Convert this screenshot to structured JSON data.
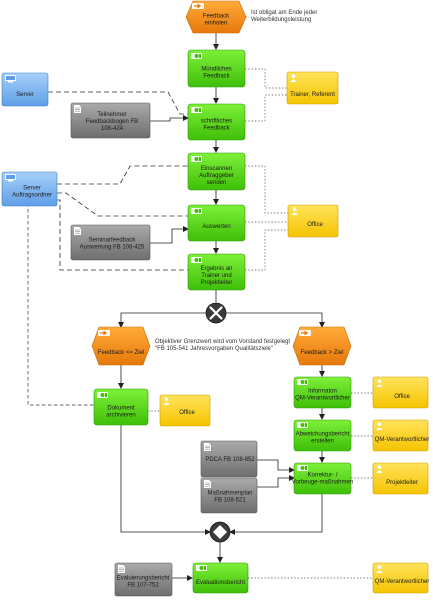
{
  "events": {
    "start": {
      "label": "Feedback einholen",
      "note": "Ist obligat am Ende jeder Weiterbildungsleistung"
    },
    "left": {
      "label": "Feedback <= Ziel"
    },
    "right": {
      "label": "Feedback > Ziel"
    },
    "threshold_note": "Objektiver Grenzwert wird vom Vorstand festgelegt \"FB 105-541 Jahresvorgaben Qualitätsziele\""
  },
  "functions": {
    "f1": "Mündliches Feedback",
    "f2": "schriftliches Feedback",
    "f3": "Einscannen Auftraggeber senden",
    "f4": "Auswerten",
    "f5": "Ergebnis an Trainer und Projektleiter",
    "f6": "Dokument archivieren",
    "f7": "Informaton QM-Verantwortlicher",
    "f8": "Abweichungsbericht erstellen",
    "f9": "Korrektur- / Vorbeuge-maßnahmen",
    "f10": "Evaluationsbericht"
  },
  "roles": {
    "r1": "Trainer, Referent",
    "r2": "Office",
    "r3": "Office",
    "r4": "Office",
    "r5": "QM-Verantwortlicher",
    "r6": "Projektleiter",
    "r7": "QM-Verantwortlicher"
  },
  "systems": {
    "s1": "Server",
    "s2": "Server Auftragsordner"
  },
  "documents": {
    "d1": "Teilnehmer Feedbackbogen FB 108-424",
    "d2": "Seminarfeedback Auswertung FB 108-425",
    "d3": "PDCA FB 108-852",
    "d4": "Maßnahmenplan FB 108-521",
    "d5": "Evaluierungsbericht FB 107-752"
  },
  "connectors": {
    "xor": "XOR",
    "and": "AND"
  },
  "colors": {
    "event": "#f08a12",
    "function": "#55d616",
    "role": "#ffd21a",
    "system": "#7bb4f0",
    "document": "#8c8c8c"
  }
}
